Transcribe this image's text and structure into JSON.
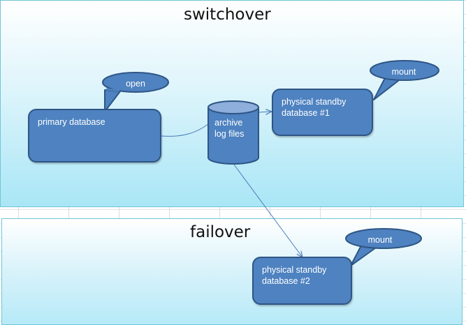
{
  "panels": {
    "top_title": "switchover",
    "bottom_title": "failover"
  },
  "nodes": {
    "primary": {
      "label": "primary database",
      "callout": "open"
    },
    "archive": {
      "line1": "archive",
      "line2": "log files"
    },
    "standby1": {
      "line1": "physical standby",
      "line2": "database  #1",
      "callout": "mount"
    },
    "standby2": {
      "line1": "physical standby",
      "line2": "database  #2",
      "callout": "mount"
    }
  },
  "colors": {
    "shape_fill": "#4e82c0",
    "shape_border": "#2e5585",
    "panel_border": "#6fc6d6",
    "connector": "#4a7ab5"
  }
}
